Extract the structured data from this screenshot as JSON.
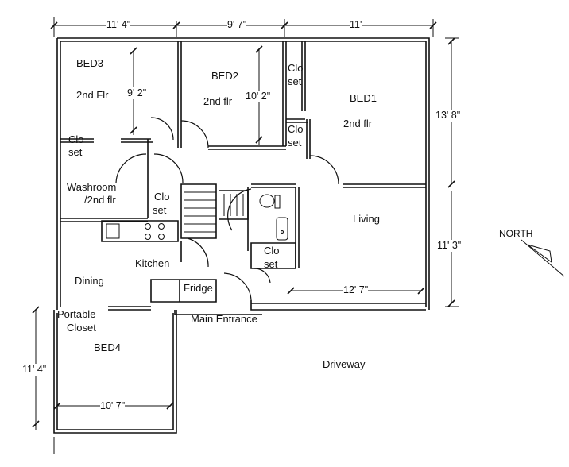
{
  "rooms": {
    "bed3": {
      "name": "BED3",
      "floor": "2nd Flr"
    },
    "bed2": {
      "name": "BED2",
      "floor": "2nd flr"
    },
    "bed1": {
      "name": "BED1",
      "floor": "2nd flr"
    },
    "bed4": {
      "name": "BED4"
    },
    "washroom": {
      "line1": "Washroom",
      "line2": "/2nd flr"
    },
    "living": {
      "name": "Living"
    },
    "kitchen": {
      "name": "Kitchen"
    },
    "dining": {
      "name": "Dining"
    },
    "fridge": {
      "name": "Fridge"
    },
    "portable_closet": {
      "line1": "Portable",
      "line2": "Closet"
    },
    "driveway": {
      "name": "Driveway"
    },
    "main_entrance": {
      "name": "Main Entrance"
    }
  },
  "closets": {
    "bed3": {
      "line1": "Clo",
      "line2": "set"
    },
    "bed2": {
      "line1": "Clo",
      "line2": "set"
    },
    "bed1": {
      "line1": "Clo",
      "line2": "set"
    },
    "stair": {
      "line1": "Clo",
      "line2": "set"
    },
    "bath": {
      "line1": "Clo",
      "line2": "set"
    }
  },
  "dimensions": {
    "top_bed3_width": "11' 4\"",
    "top_bed2_width": "9' 7\"",
    "top_bed1_width": "11'",
    "bed3_depth": "9' 2\"",
    "bed2_depth": "10' 2\"",
    "right_bed1_depth": "13' 8\"",
    "right_living_depth": "11' 3\"",
    "living_width": "12' 7\"",
    "bed4_depth": "11' 4\"",
    "bed4_width": "10' 7\""
  },
  "compass": {
    "label": "NORTH"
  }
}
